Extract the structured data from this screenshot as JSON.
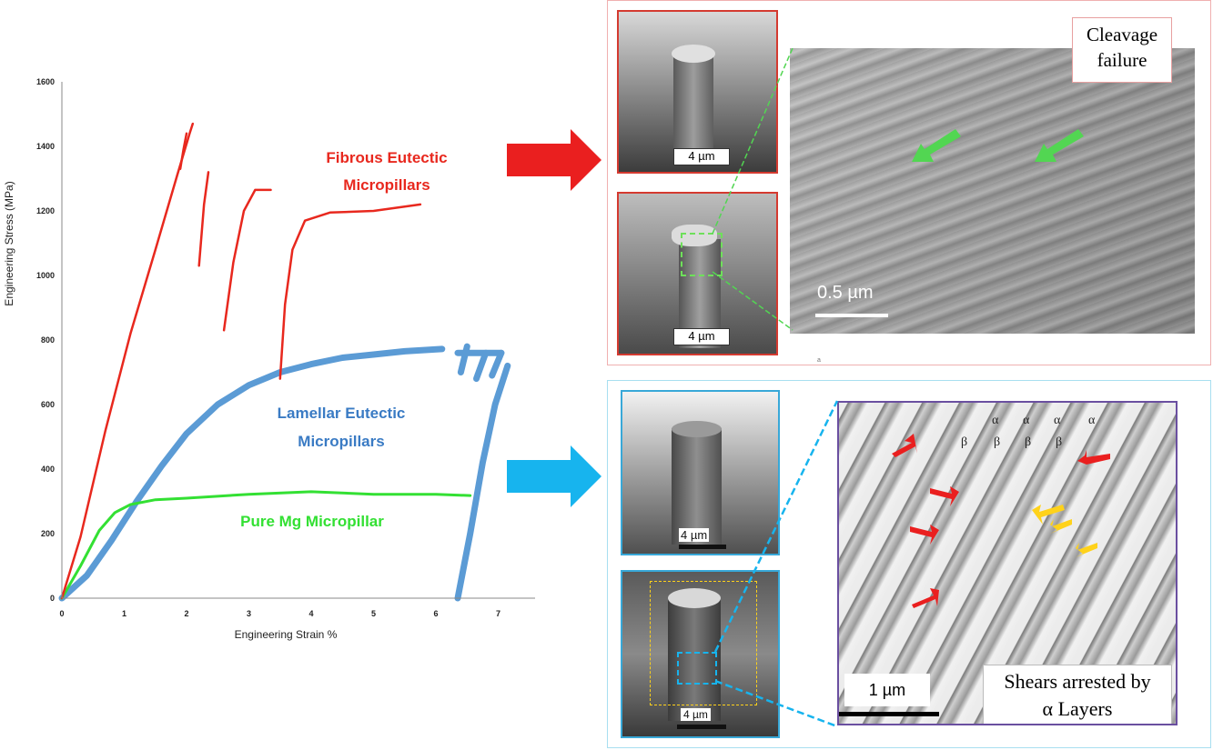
{
  "chart_data": {
    "type": "line",
    "xlabel": "Engineering Strain %",
    "ylabel": "Engineering Stress (MPa)",
    "xlim": [
      0,
      7.3
    ],
    "ylim": [
      0,
      1600
    ],
    "xticks": [
      0,
      1,
      2,
      3,
      4,
      5,
      6,
      7
    ],
    "yticks": [
      0,
      200,
      400,
      600,
      800,
      1000,
      1200,
      1400,
      1600
    ],
    "grid": false,
    "series": [
      {
        "name": "Fibrous Eutectic Micropillars",
        "color": "#e8281e",
        "segments": [
          [
            [
              0.0,
              0
            ],
            [
              0.3,
              190
            ],
            [
              0.7,
              520
            ],
            [
              1.1,
              820
            ],
            [
              1.5,
              1080
            ],
            [
              1.85,
              1310
            ],
            [
              2.05,
              1440
            ],
            [
              2.1,
              1470
            ]
          ],
          [
            [
              1.9,
              1330
            ],
            [
              1.95,
              1390
            ],
            [
              2.0,
              1440
            ]
          ],
          [
            [
              2.2,
              1030
            ],
            [
              2.28,
              1220
            ],
            [
              2.35,
              1320
            ]
          ],
          [
            [
              2.6,
              830
            ],
            [
              2.75,
              1040
            ],
            [
              2.92,
              1200
            ],
            [
              3.1,
              1265
            ],
            [
              3.35,
              1265
            ]
          ],
          [
            [
              3.5,
              680
            ],
            [
              3.58,
              910
            ],
            [
              3.7,
              1080
            ],
            [
              3.9,
              1170
            ],
            [
              4.3,
              1195
            ],
            [
              5.0,
              1200
            ],
            [
              5.75,
              1220
            ]
          ]
        ]
      },
      {
        "name": "Lamellar Eutectic Micropillars",
        "color": "#5b9bd5",
        "segments": [
          [
            [
              0.0,
              0
            ],
            [
              0.4,
              70
            ],
            [
              0.8,
              180
            ],
            [
              1.2,
              300
            ],
            [
              1.6,
              410
            ],
            [
              2.0,
              510
            ],
            [
              2.5,
              600
            ],
            [
              3.0,
              660
            ],
            [
              3.5,
              700
            ],
            [
              4.0,
              725
            ],
            [
              4.5,
              745
            ],
            [
              5.0,
              755
            ],
            [
              5.5,
              765
            ],
            [
              6.1,
              772
            ]
          ],
          [
            [
              6.35,
              760
            ],
            [
              6.7,
              760
            ],
            [
              7.05,
              760
            ]
          ],
          [
            [
              6.35,
              0
            ],
            [
              6.55,
              200
            ],
            [
              6.75,
              420
            ],
            [
              6.95,
              600
            ],
            [
              7.15,
              720
            ]
          ],
          [
            [
              6.4,
              700
            ],
            [
              6.5,
              780
            ]
          ],
          [
            [
              6.65,
              680
            ],
            [
              6.8,
              760
            ]
          ],
          [
            [
              6.9,
              690
            ],
            [
              7.05,
              760
            ]
          ]
        ]
      },
      {
        "name": "Pure Mg Micropillar",
        "color": "#33e033",
        "segments": [
          [
            [
              0.0,
              0
            ],
            [
              0.3,
              100
            ],
            [
              0.6,
              210
            ],
            [
              0.85,
              265
            ],
            [
              1.1,
              290
            ],
            [
              1.5,
              305
            ],
            [
              2.0,
              310
            ],
            [
              3.0,
              322
            ],
            [
              4.0,
              330
            ],
            [
              5.0,
              322
            ],
            [
              6.0,
              322
            ],
            [
              6.55,
              318
            ]
          ]
        ]
      }
    ],
    "legend": "inline"
  },
  "panels": {
    "fibrous": {
      "scale_top": "4 µm",
      "scale_bottom": "4 µm",
      "tem_scale": "0.5 µm",
      "caption_line1": "Cleavage",
      "caption_line2": "failure",
      "stray_mark": "a"
    },
    "lamellar": {
      "scale_top": "4 µm",
      "scale_bottom": "4 µm",
      "tem_scale": "1 µm",
      "caption_line1": "Shears arrested by",
      "caption_line2": "α Layers",
      "alpha_labels": [
        "α",
        "α",
        "α",
        "α"
      ],
      "beta_labels": [
        "β",
        "β",
        "β",
        "β"
      ]
    }
  },
  "colors": {
    "red_frame": "#e3413a",
    "blue_frame": "#38a8d8",
    "purple_frame": "#6a4fa0",
    "green_line": "#52d652",
    "red_arrow": "#ea1f1f",
    "cyan_arrow": "#17b4ee",
    "yellow_arrow": "#ffd21a"
  }
}
